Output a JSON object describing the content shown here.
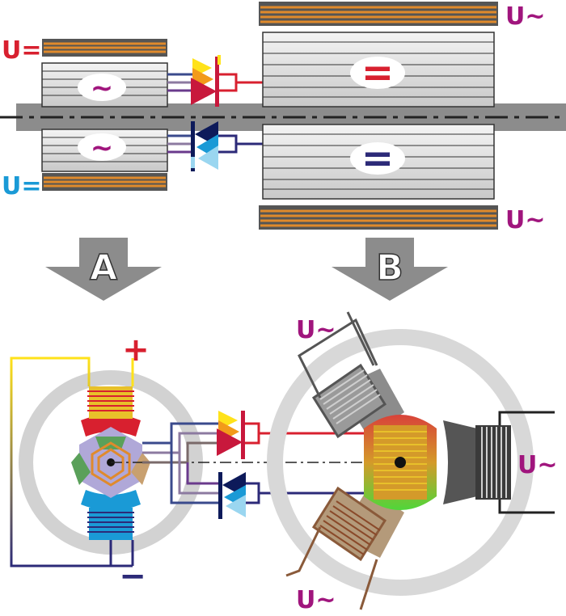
{
  "labels": {
    "u_dc_top": "U=",
    "u_dc_bottom": "U=",
    "u_ac_top_right": "U~",
    "u_ac_mid_right": "U~",
    "arrow_a": "A",
    "arrow_b": "B",
    "plus": "+",
    "minus": "−",
    "u_ac_b_top": "U~",
    "u_ac_b_right": "U~",
    "u_ac_b_bottom": "U~",
    "small_rotor_top_symbol": "~",
    "small_rotor_bottom_symbol": "~",
    "big_rotor_top_symbol": "=",
    "big_rotor_bottom_symbol": "="
  },
  "colors": {
    "dc_red": "#d8202f",
    "dc_blue": "#1a9ad6",
    "ac_purple": "#a0157d",
    "coil_orange": "#e08a2c",
    "shaft_gray": "#8c8c8c",
    "diode_red": "#c8183c",
    "diode_navy": "#0d1a5a",
    "wire_red": "#d8202f",
    "wire_navy": "#2c2a78"
  }
}
